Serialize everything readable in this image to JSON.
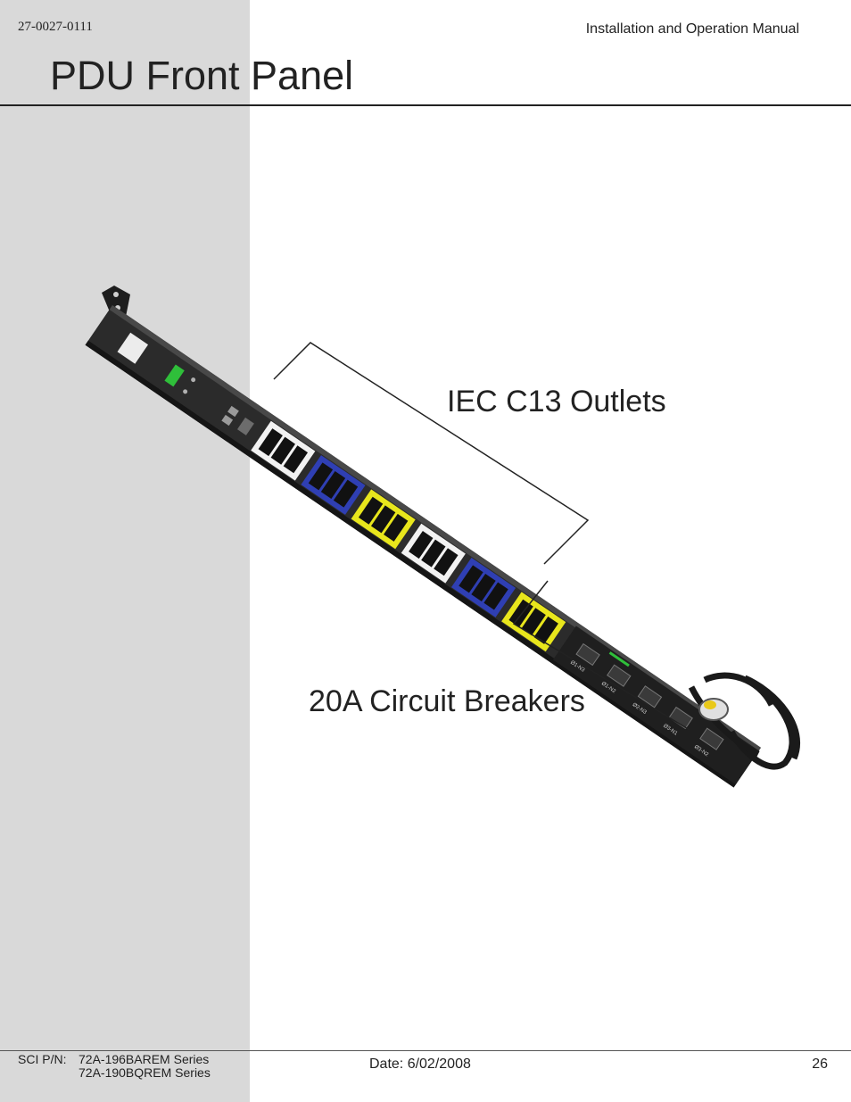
{
  "header": {
    "doc_number": "27-0027-0111",
    "manual_title": "Installation and Operation Manual"
  },
  "page_title": "PDU Front Panel",
  "figure": {
    "callouts": {
      "outlets": "IEC C13 Outlets",
      "breakers": "20A Circuit Breakers"
    },
    "breaker_labels": [
      "Ø1-N3",
      "Ø1-N2",
      "Ø2-N3",
      "Ø3-N1",
      "Ø3-N2"
    ],
    "colors": {
      "pdu_body": "#2b2b2b",
      "outlet_group_white": "#f2f2f2",
      "outlet_group_blue": "#2f3fb3",
      "outlet_group_yellow": "#e8e61c",
      "indicator_green": "#2fbf3a",
      "sidebar": "#d9d9d9"
    }
  },
  "footer": {
    "part_label": "SCI P/N:",
    "part_numbers": [
      "72A-196BAREM Series",
      "72A-190BQREM Series"
    ],
    "date": "Date: 6/02/2008",
    "page_number": "26"
  }
}
